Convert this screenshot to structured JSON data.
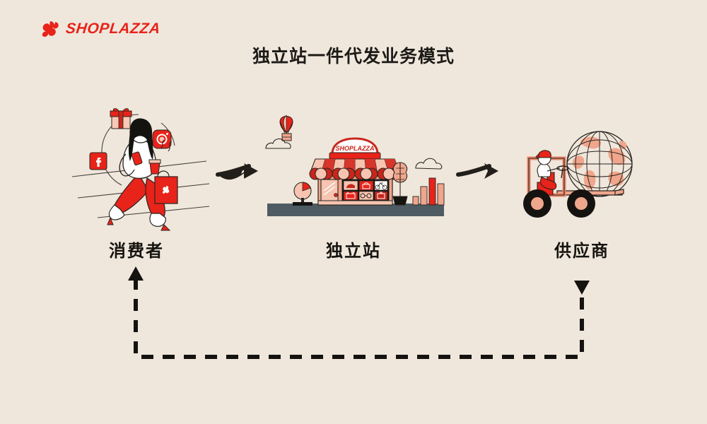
{
  "brand": {
    "name": "SHOPLAZZA",
    "logo_icon": "shoplazza-flower-mark",
    "color": "#E8231A"
  },
  "title": "独立站一件代发业务模式",
  "theme": {
    "background": "#EFE7DC",
    "ink": "#1C1A17",
    "red": "#E8231A",
    "deep_red": "#C8261C",
    "salmon": "#F0A68C",
    "light_salmon": "#F6C4B0",
    "slate": "#4E5B63",
    "white": "#FFFFFF"
  },
  "flow": {
    "nodes": [
      {
        "id": "consumer",
        "label": "消费者",
        "illustration": "woman-sitting-with-phone",
        "elements": [
          "gift-box-icon",
          "facebook-icon",
          "instagram-camera-icon",
          "shopping-bag-icon",
          "coffee-cup-icon",
          "smartphone-icon",
          "speed-lines"
        ]
      },
      {
        "id": "store",
        "label": "独立站",
        "illustration": "storefront-shop",
        "sign_text": "SHOPLAZZA",
        "elements": [
          "striped-awning",
          "shop-door",
          "product-window-grid",
          "parachute-package-icon",
          "cloud-icon",
          "potted-tree-icon",
          "bar-chart-shapes",
          "pie-chart-sign"
        ],
        "products": [
          "high-heel-shoe",
          "handbag",
          "bicycle",
          "t-shirt",
          "sunglasses",
          "suitcase"
        ]
      },
      {
        "id": "supplier",
        "label": "供应商",
        "illustration": "forklift-truck-with-globe",
        "elements": [
          "driver-with-cap",
          "globe-icon",
          "forklift-wheels"
        ]
      }
    ],
    "connectors": [
      {
        "id": "consumer-to-store",
        "type": "solid-arrow",
        "direction": "right"
      },
      {
        "id": "store-to-supplier",
        "type": "solid-arrow",
        "direction": "right"
      },
      {
        "id": "supplier-to-consumer",
        "type": "dashed-arrow",
        "direction": "right-to-left-return"
      }
    ]
  }
}
